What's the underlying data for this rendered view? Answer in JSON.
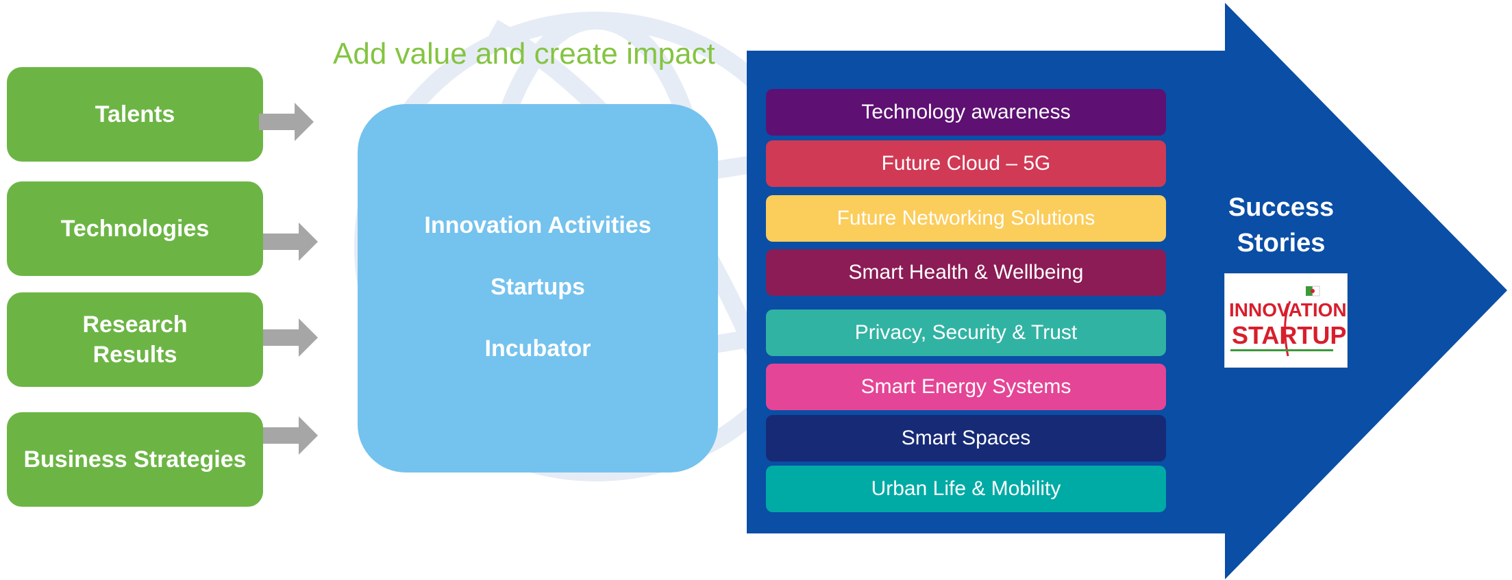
{
  "headline": "Add value and create impact",
  "colors": {
    "green_box": "#6cb545",
    "gray_arrow": "#a6a6a6",
    "headline_green": "#84c442",
    "center_box": "#74c2ee",
    "big_arrow": "#0a4ea6"
  },
  "inputs": [
    {
      "label": "Talents"
    },
    {
      "label": "Technologies"
    },
    {
      "label": "Research\nResults"
    },
    {
      "label": "Business Strategies"
    }
  ],
  "center": {
    "items": [
      "Innovation Activities",
      "Startups",
      "Incubator"
    ]
  },
  "themes": [
    {
      "label": "Technology awareness",
      "color": "#5e1073"
    },
    {
      "label": "Future Cloud – 5G",
      "color": "#d03a55"
    },
    {
      "label": "Future Networking Solutions",
      "color": "#fbcd5b"
    },
    {
      "label": "Smart Health & Wellbeing",
      "color": "#8b1c55"
    },
    {
      "label": "Privacy, Security & Trust",
      "color": "#31b3a3"
    },
    {
      "label": "Smart Energy Systems",
      "color": "#e54596"
    },
    {
      "label": "Smart Spaces",
      "color": "#172a76"
    },
    {
      "label": "Urban Life & Mobility",
      "color": "#00aba5"
    }
  ],
  "success": {
    "label": "Success\nStories"
  },
  "logo": {
    "line1": "INNOVATION",
    "line2": "STARTUP",
    "alt_name": "innovation-startup-logo"
  }
}
